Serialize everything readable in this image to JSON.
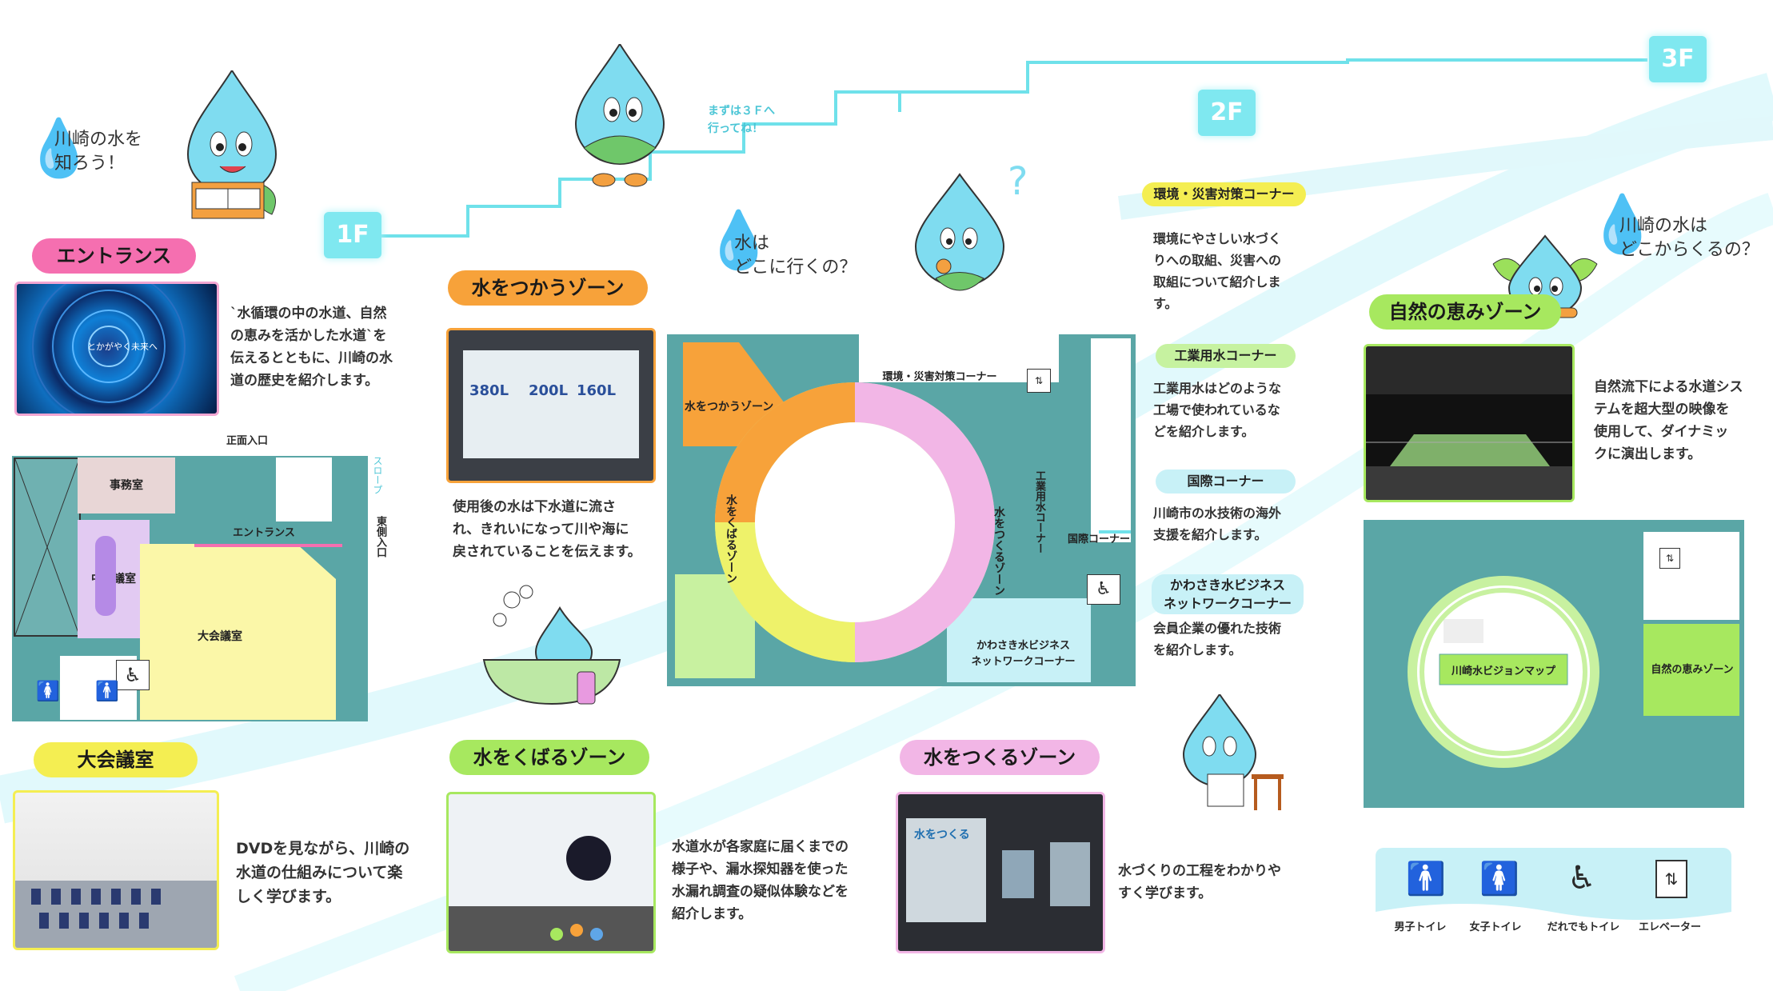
{
  "floors": {
    "f1": "1F",
    "f2": "2F",
    "f3": "3F"
  },
  "intro": {
    "line1": "川崎の水を",
    "line2": "知ろう！"
  },
  "step_bubble": {
    "line1": "まずは３Ｆへ",
    "line2": "行ってね！"
  },
  "where_goes": {
    "line1": "水は",
    "line2": "どこに行くの？"
  },
  "where_from": {
    "line1": "川崎の水は",
    "line2": "どこからくるの？"
  },
  "entrance": {
    "title": "エントランス",
    "desc": [
      "`水循環の中の水道、自然",
      "の恵みを活かした水道`を",
      "伝えるとともに、川崎の水",
      "道の歴史を紹介します。"
    ],
    "photo_caption": "とかがやく未来へ"
  },
  "map1f": {
    "office": "事務室",
    "meeting_mid": "中会議室",
    "hall": "大会議室",
    "entrance": "エントランス",
    "front_entrance": "正面入口",
    "slope": "スロープ",
    "east_entrance": "東側入口"
  },
  "hall": {
    "title": "大会議室",
    "desc": [
      "DVDを見ながら、川崎の",
      "水道の仕組みについて楽",
      "しく学びます。"
    ]
  },
  "use_zone": {
    "title": "水をつかうゾーン",
    "desc": [
      "使用後の水は下水道に流さ",
      "れ、きれいになって川や海に",
      "戻されていることを伝えます。"
    ],
    "photo_values": [
      "380L",
      "200L",
      "160L"
    ]
  },
  "deliver_zone": {
    "title": "水をくばるゾーン",
    "desc": [
      "水道水が各家庭に届くまでの",
      "様子や、漏水探知器を使った",
      "水漏れ調査の疑似体験などを",
      "紹介します。"
    ]
  },
  "make_zone": {
    "title": "水をつくるゾーン",
    "desc": [
      "水づくりの工程をわかりや",
      "すく学びます。"
    ],
    "photo_caption": "水をつくる"
  },
  "map2f": {
    "use": "水をつかうゾーン",
    "env": "環境・災害対策コーナー",
    "industrial": "工業用水コーナー",
    "intl": "国際コーナー",
    "deliver": "水をくばるゾーン",
    "make": "水をつくるゾーン",
    "business_line1": "かわさき水ビジネス",
    "business_line2": "ネットワークコーナー"
  },
  "corners": [
    {
      "title": "環境・災害対策コーナー",
      "desc": [
        "環境にやさしい水づく",
        "りへの取組、災害への",
        "取組について紹介しま",
        "す。"
      ],
      "color": "#f4ee52"
    },
    {
      "title": "工業用水コーナー",
      "desc": [
        "工業用水はどのような",
        "工場で使われているな",
        "どを紹介します。"
      ],
      "color": "#c6f2a0"
    },
    {
      "title": "国際コーナー",
      "desc": [
        "川崎市の水技術の海外",
        "支援を紹介します。"
      ],
      "color": "#c8f1f7"
    },
    {
      "title_line1": "かわさき水ビジネス",
      "title_line2": "ネットワークコーナー",
      "desc": [
        "会員企業の優れた技術",
        "を紹介します。"
      ],
      "color": "#c8f1f7"
    }
  ],
  "nature_zone": {
    "title": "自然の恵みゾーン",
    "desc": [
      "自然流下による水道シス",
      "テムを超大型の映像を",
      "使用して、ダイナミッ",
      "クに演出します。"
    ]
  },
  "map3f": {
    "vision": "川崎水ビジョンマップ",
    "nature": "自然の恵みゾーン"
  },
  "legend": {
    "male": "男子トイレ",
    "female": "女子トイレ",
    "accessible": "だれでもトイレ",
    "elevator": "エレベーター"
  },
  "colors": {
    "teal": "#5aa6a6",
    "pink": "#f56fb0",
    "orange": "#f7a23a",
    "green": "#a7e85f",
    "yellow": "#f4ee52",
    "lightblue": "#c8f1f7",
    "cyan": "#7fe8f0"
  }
}
